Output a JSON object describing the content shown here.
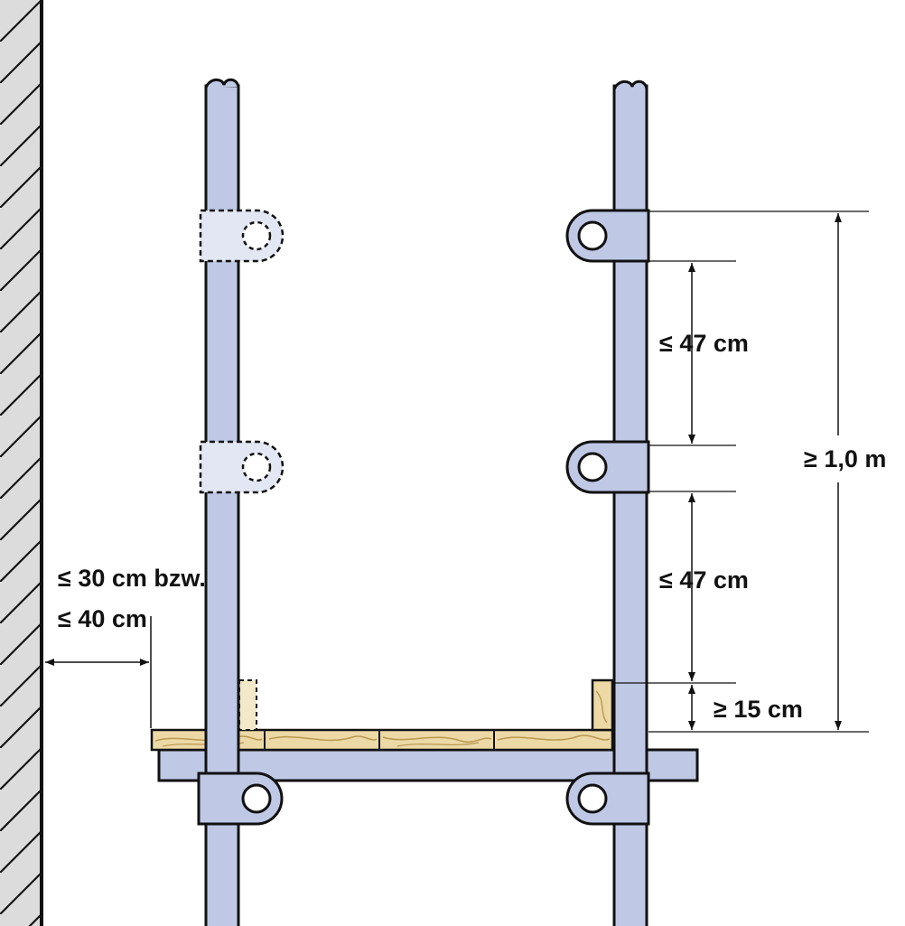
{
  "labels": {
    "wall_gap_line1": "≤ 30 cm bzw.",
    "wall_gap_line2": "≤ 40 cm",
    "rail_spacing_upper": "≤ 47 cm",
    "rail_spacing_lower": "≤ 47 cm",
    "toe_board_height": "≥ 15 cm",
    "guardrail_height": "≥ 1,0 m"
  },
  "colors": {
    "tube": "#bfc9e6",
    "tube_ghost": "#e3e7f4",
    "outline": "#111111",
    "wood": "#ecd9a6",
    "wood_grain": "#b99850",
    "wall": "#dcdcdc",
    "background": "#ffffff"
  }
}
